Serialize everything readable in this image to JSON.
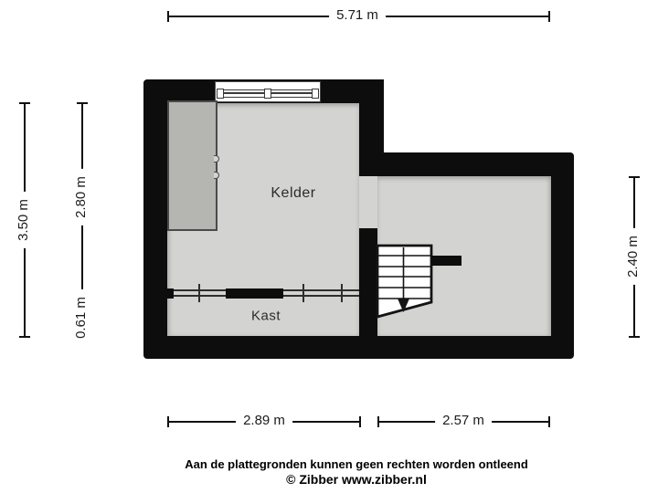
{
  "floorplan": {
    "rooms": [
      {
        "name": "Kelder"
      },
      {
        "name": "Kast"
      }
    ],
    "dimensions": {
      "top": "5.71 m",
      "left_outer": "3.50 m",
      "left_inner_upper": "2.80 m",
      "left_inner_lower": "0.61 m",
      "right": "2.40 m",
      "bottom_left": "2.89 m",
      "bottom_right": "2.57 m"
    },
    "colors": {
      "wall": "#0d0d0d",
      "floor": "#d3d3d1",
      "object": "#b5b5b2",
      "background": "#ffffff"
    }
  },
  "footer": {
    "disclaimer": "Aan de plattegronden kunnen geen rechten worden ontleend",
    "credit": "© Zibber www.zibber.nl"
  }
}
